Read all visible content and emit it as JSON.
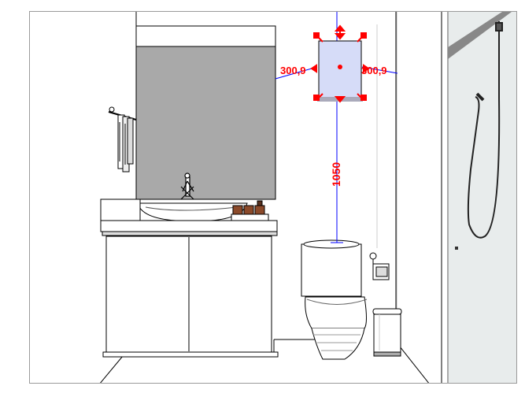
{
  "viewport": {
    "border_color": "#9a9a9a"
  },
  "selected_object": {
    "name": "wall-mounted mirror/cabinet",
    "fill": "#d6dcf8",
    "handle_color": "#ff0000"
  },
  "dimensions": {
    "left_offset": "300,9",
    "right_offset": "300,9",
    "height_from_toilet": "1050",
    "line_color": "#0000ff",
    "label_color": "#ff0000"
  },
  "colors": {
    "backsplash": "#a9a9a9",
    "line": "#000000",
    "fixture": "#ffffff",
    "shower_wall": "#e8ecec"
  },
  "icons": [
    "towel-bar-icon",
    "sink-faucet-icon",
    "toilet-paper-holder-icon",
    "handheld-shower-icon",
    "trash-bin-icon"
  ]
}
